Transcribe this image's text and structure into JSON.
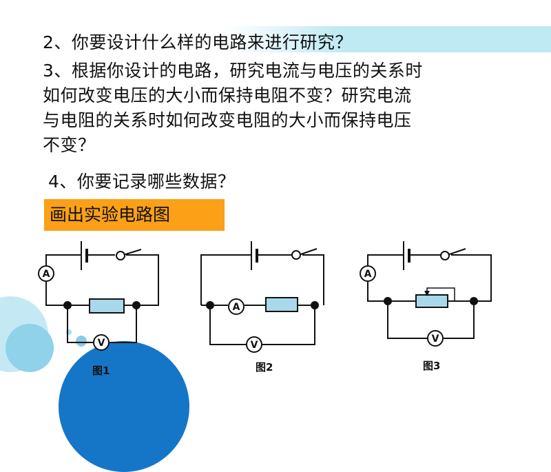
{
  "questions": [
    {
      "lines": [
        "2、你要设计什么样的电路来进行研究？"
      ]
    },
    {
      "lines": [
        "3、根据你设计的电路，研究电流与电压的关系时",
        "如何改变电压的大小而保持电阻不变？研究电流",
        "与电阻的关系时如何改变电阻的大小而保持电压",
        "不变？"
      ]
    },
    {
      "lines": [
        "4、你要记录哪些数据？"
      ]
    }
  ],
  "task_label": "画出实验电路图",
  "figures": {
    "fig1": {
      "caption": "图1",
      "meters": {
        "ammeter": "A",
        "voltmeter": "V"
      }
    },
    "fig2": {
      "caption": "图2",
      "meters": {
        "ammeter": "A",
        "voltmeter": "V"
      }
    },
    "fig3": {
      "caption": "图3",
      "meters": {
        "ammeter": "A",
        "voltmeter": "V"
      }
    }
  },
  "colors": {
    "accent_orange": "#fba017",
    "top_bar": "#bfe9f3",
    "resistor_fill": "#a8d9ea",
    "deco_blue": "#1576c7",
    "deco_light": "#bde6f3"
  }
}
